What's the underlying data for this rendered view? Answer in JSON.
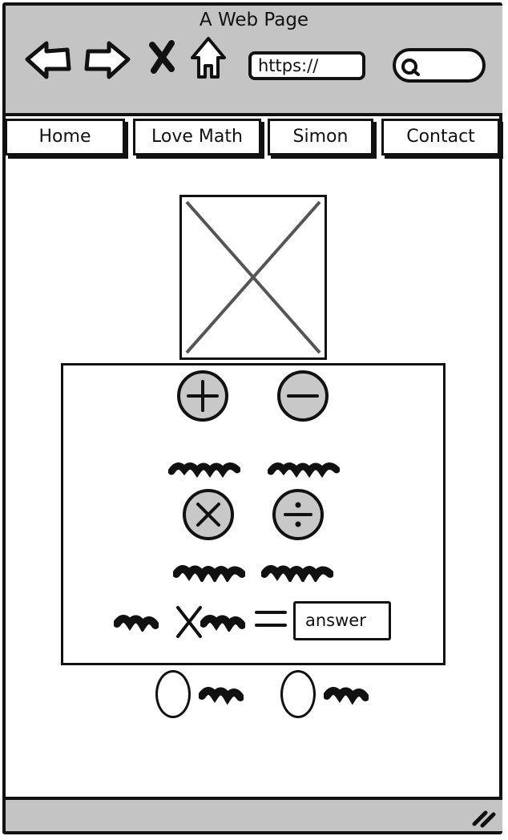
{
  "browser": {
    "title": "A Web Page",
    "url": "https://"
  },
  "nav": {
    "tabs": [
      {
        "label": "Home"
      },
      {
        "label": "Love Math"
      },
      {
        "label": "Simon"
      },
      {
        "label": "Contact"
      }
    ]
  },
  "game": {
    "operators": [
      "plus-icon",
      "minus-icon",
      "multiply-icon",
      "divide-icon"
    ],
    "answer_placeholder": "answer"
  },
  "colors": {
    "chrome": "#c4c4c4",
    "button_fill": "#c8c8c8",
    "ink": "#111111"
  }
}
